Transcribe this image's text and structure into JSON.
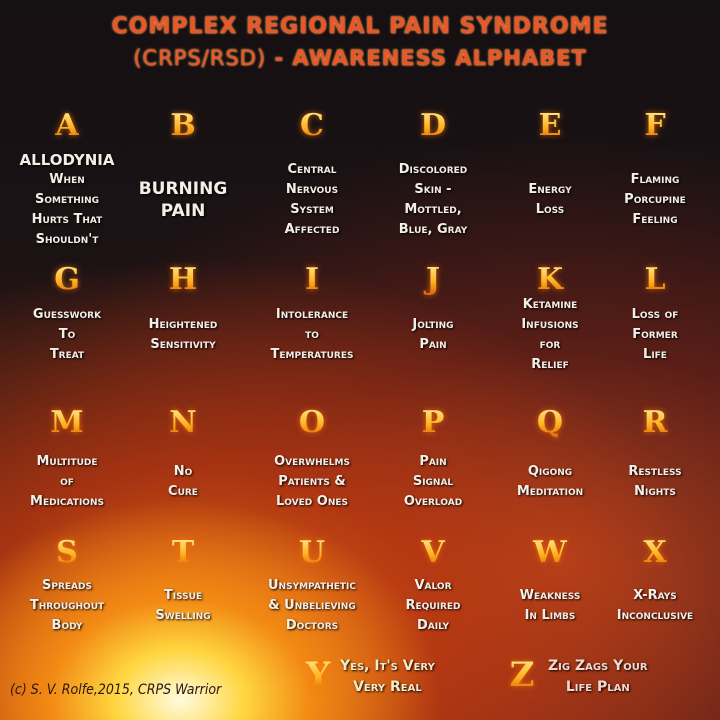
{
  "title": {
    "line1": "COMPLEX REGIONAL PAIN SYNDROME",
    "line2_prefix": "(CRPS/RSD)",
    "line2_main": "- AWARENESS ALPHABET"
  },
  "entries": [
    {
      "letter": "A",
      "lines": [
        "ALLODYNIA",
        "When",
        "Something",
        "Hurts That",
        "Shouldn't"
      ]
    },
    {
      "letter": "B",
      "lines": [
        "BURNING",
        "PAIN"
      ]
    },
    {
      "letter": "C",
      "lines": [
        "Central",
        "Nervous",
        "System",
        "Affected"
      ]
    },
    {
      "letter": "D",
      "lines": [
        "Discolored",
        "Skin -",
        "Mottled,",
        "Blue, Gray"
      ]
    },
    {
      "letter": "E",
      "lines": [
        "Energy",
        "Loss"
      ]
    },
    {
      "letter": "F",
      "lines": [
        "Flaming",
        "Porcupine",
        "Feeling"
      ]
    },
    {
      "letter": "G",
      "lines": [
        "Guesswork",
        "To",
        "Treat"
      ]
    },
    {
      "letter": "H",
      "lines": [
        "Heightened",
        "Sensitivity"
      ]
    },
    {
      "letter": "I",
      "lines": [
        "Intolerance",
        "to",
        "Temperatures"
      ]
    },
    {
      "letter": "J",
      "lines": [
        "Jolting",
        "Pain"
      ]
    },
    {
      "letter": "K",
      "lines": [
        "Ketamine",
        "Infusions",
        "for",
        "Relief"
      ]
    },
    {
      "letter": "L",
      "lines": [
        "Loss of",
        "Former",
        "Life"
      ]
    },
    {
      "letter": "M",
      "lines": [
        "Multitude",
        "of",
        "Medications"
      ]
    },
    {
      "letter": "N",
      "lines": [
        "No",
        "Cure"
      ]
    },
    {
      "letter": "O",
      "lines": [
        "Overwhelms",
        "Patients &",
        "Loved Ones"
      ]
    },
    {
      "letter": "P",
      "lines": [
        "Pain",
        "Signal",
        "Overload"
      ]
    },
    {
      "letter": "Q",
      "lines": [
        "Qigong",
        "Meditation"
      ]
    },
    {
      "letter": "R",
      "lines": [
        "Restless",
        "Nights"
      ]
    },
    {
      "letter": "S",
      "lines": [
        "Spreads",
        "Throughout",
        "Body"
      ]
    },
    {
      "letter": "T",
      "lines": [
        "Tissue",
        "Swelling"
      ]
    },
    {
      "letter": "U",
      "lines": [
        "Unsympathetic",
        "& Unbelieving",
        "Doctors"
      ]
    },
    {
      "letter": "V",
      "lines": [
        "Valor",
        "Required",
        "Daily"
      ]
    },
    {
      "letter": "W",
      "lines": [
        "Weakness",
        "In Limbs"
      ]
    },
    {
      "letter": "X",
      "lines": [
        "X-Rays",
        "Inconclusive"
      ]
    },
    {
      "letter": "Y",
      "lines": [
        "Yes, It's Very",
        "Very Real"
      ]
    },
    {
      "letter": "Z",
      "lines": [
        "Zig Zags Your",
        "Life Plan"
      ]
    }
  ],
  "credit": "(c) S. V. Rolfe,2015, CRPS Warrior",
  "colors": {
    "title": "#e8572a",
    "letter": "#ffc23a",
    "text": "#f4eee6"
  }
}
